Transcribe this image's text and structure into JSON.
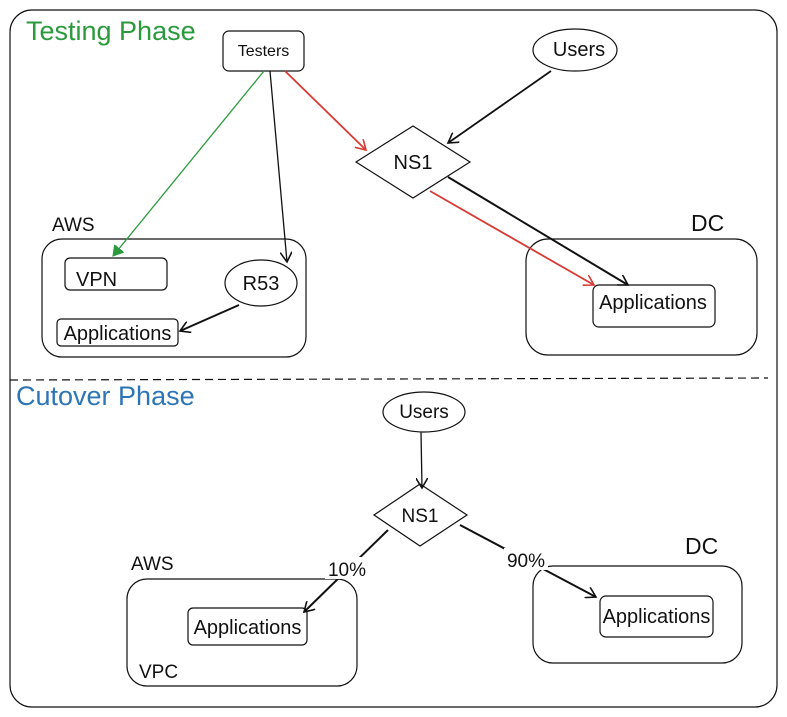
{
  "colors": {
    "testing_title": "#2a9a3c",
    "cutover_title": "#2e75b6",
    "red_arrow": "#d83a34",
    "green_arrow": "#2a9a3c",
    "line": "#111111"
  },
  "testing": {
    "title": "Testing Phase",
    "testers": "Testers",
    "users": "Users",
    "ns1": "NS1",
    "aws_label": "AWS",
    "vpn": "VPN",
    "r53": "R53",
    "aws_apps": "Applications",
    "dc_label": "DC",
    "dc_apps": "Applications"
  },
  "cutover": {
    "title": "Cutover Phase",
    "users": "Users",
    "ns1": "NS1",
    "aws_label": "AWS",
    "aws_apps": "Applications",
    "vpc_label": "VPC",
    "dc_label": "DC",
    "dc_apps": "Applications",
    "pct_aws": "10%",
    "pct_dc": "90%"
  }
}
